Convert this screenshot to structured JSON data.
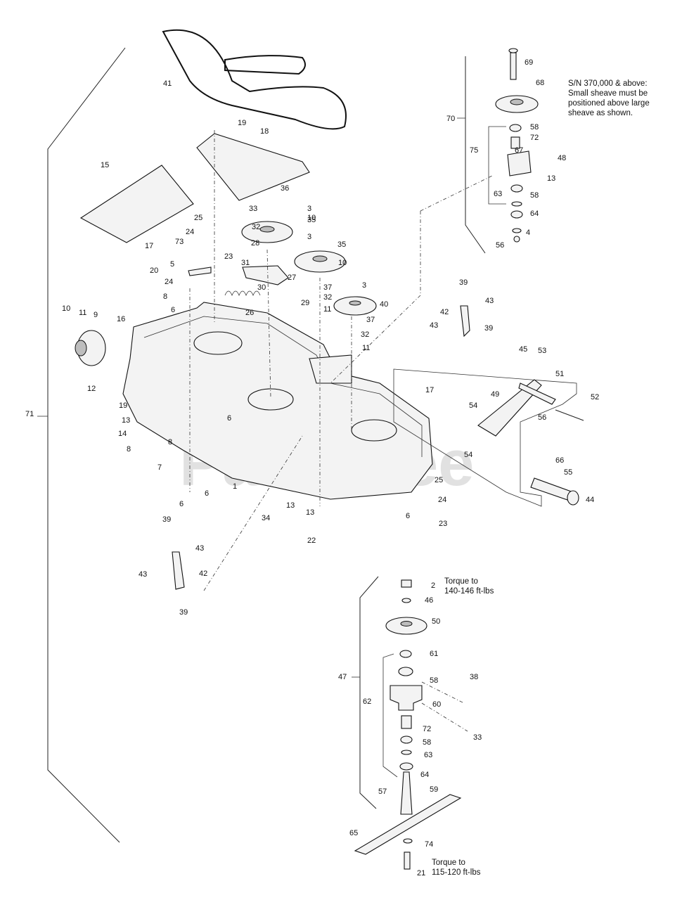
{
  "watermark": "PartsTree",
  "notes": {
    "sheave_note": [
      "S/N 370,000 & above:",
      "Small sheave must be",
      "positioned above large",
      "sheave as shown."
    ],
    "torque_top": [
      "Torque to",
      "140-146 ft-lbs"
    ],
    "torque_bottom": [
      "Torque to",
      "115-120 ft-lbs"
    ]
  },
  "part_numbers": [
    "41",
    "19",
    "18",
    "15",
    "36",
    "33",
    "3",
    "10",
    "35",
    "32",
    "28",
    "3",
    "35",
    "25",
    "24",
    "17",
    "73",
    "23",
    "5",
    "31",
    "20",
    "24",
    "27",
    "30",
    "10",
    "3",
    "37",
    "32",
    "11",
    "29",
    "26",
    "8",
    "39",
    "43",
    "42",
    "43",
    "39",
    "40",
    "37",
    "32",
    "11",
    "6",
    "10",
    "11",
    "9",
    "16",
    "12",
    "17",
    "45",
    "53",
    "51",
    "52",
    "49",
    "56",
    "54",
    "54",
    "66",
    "55",
    "44",
    "19",
    "13",
    "14",
    "8",
    "8",
    "6",
    "7",
    "1",
    "6",
    "6",
    "13",
    "34",
    "13",
    "22",
    "25",
    "24",
    "6",
    "23",
    "39",
    "43",
    "42",
    "43",
    "39",
    "71",
    "70",
    "69",
    "68",
    "58",
    "72",
    "75",
    "67",
    "48",
    "13",
    "63",
    "58",
    "64",
    "4",
    "56",
    "2",
    "46",
    "50",
    "61",
    "38",
    "58",
    "47",
    "62",
    "60",
    "72",
    "33",
    "58",
    "63",
    "64",
    "59",
    "57",
    "65",
    "74",
    "21"
  ]
}
